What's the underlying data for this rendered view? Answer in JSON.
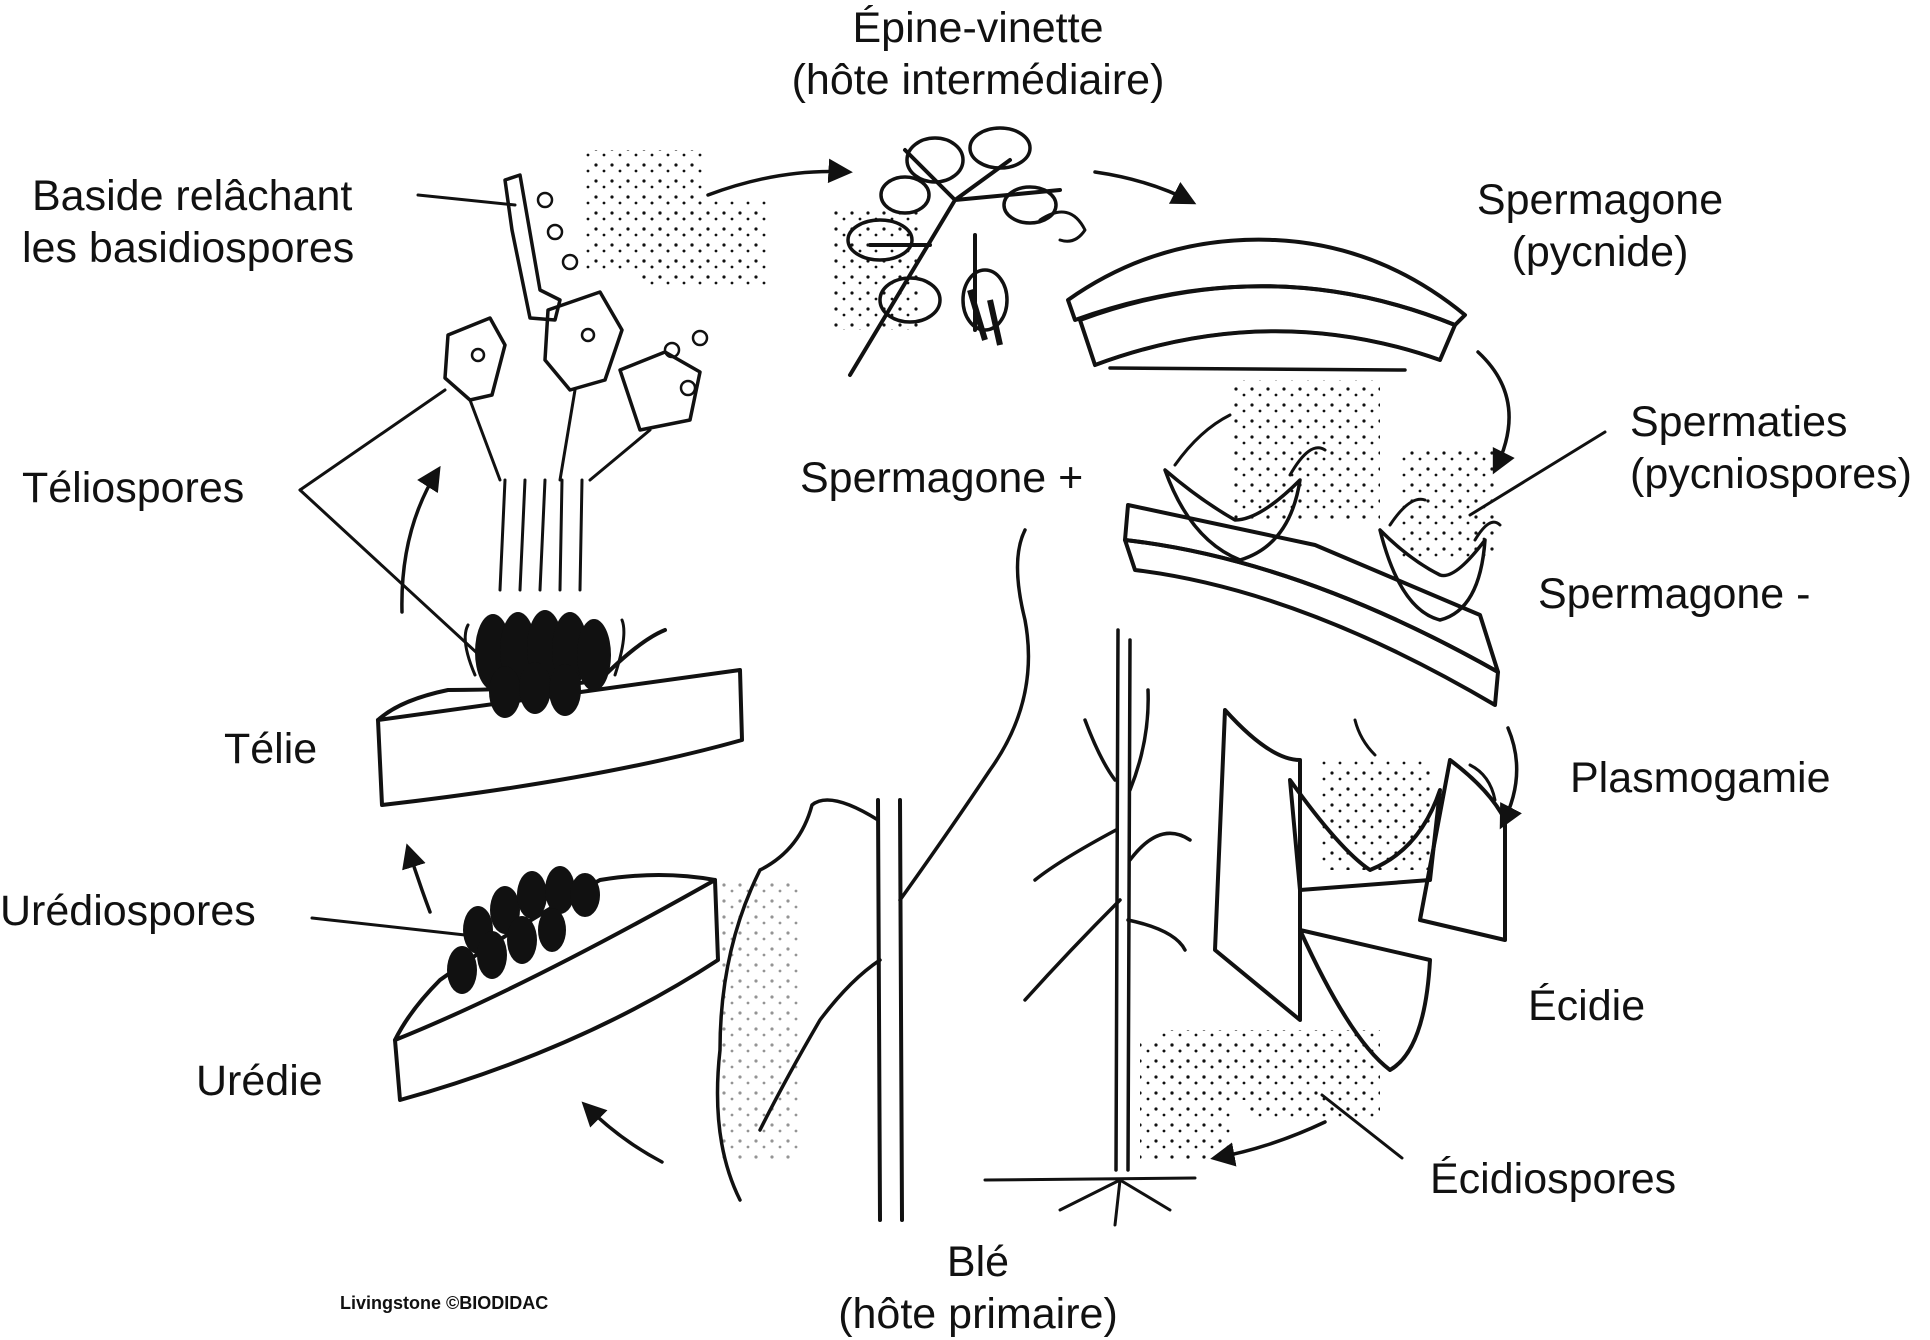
{
  "diagram": {
    "labels": {
      "epine_vinette_l1": "Épine-vinette",
      "epine_vinette_l2": "(hôte intermédiaire)",
      "baside_l1": "Baside relâchant",
      "baside_l2": "les basidiospores",
      "spermagone_pycnide_l1": "Spermagone",
      "spermagone_pycnide_l2": "(pycnide)",
      "spermaties_l1": "Spermaties",
      "spermaties_l2": "(pycniospores)",
      "teliospores": "Téliospores",
      "spermagone_plus": "Spermagone +",
      "spermagone_minus": "Spermagone -",
      "telie": "Télie",
      "plasmogamie": "Plasmogamie",
      "urediospores": "Urédiospores",
      "ecidie": "Écidie",
      "uredie": "Urédie",
      "ecidiospores": "Écidiospores",
      "ble_l1": "Blé",
      "ble_l2": "(hôte primaire)"
    },
    "credit": "Livingstone ©BIODIDAC",
    "colors": {
      "ink": "#111111",
      "background": "#ffffff"
    }
  }
}
